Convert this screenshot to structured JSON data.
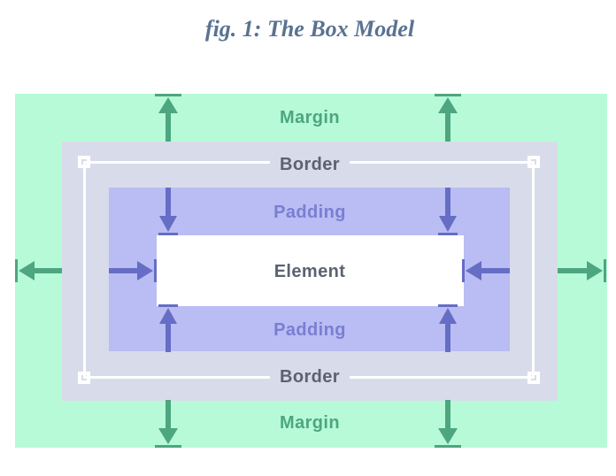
{
  "title": "fig. 1: The Box Model",
  "diagram": {
    "margin": {
      "label_top": "Margin",
      "label_bottom": "Margin"
    },
    "border": {
      "label_top": "Border",
      "label_bottom": "Border"
    },
    "padding": {
      "label_top": "Padding",
      "label_bottom": "Padding"
    },
    "element": {
      "label": "Element"
    }
  },
  "colors": {
    "title_text": "#5a7291",
    "margin_bg": "#b7fad8",
    "margin_accent": "#4da680",
    "border_bg": "#d8dcea",
    "border_text": "#5c6270",
    "padding_bg": "#b9bdf3",
    "padding_accent": "#666dc5",
    "padding_text": "#7a7ed2",
    "element_bg": "#ffffff",
    "element_text": "#5c6270",
    "selection_outline": "#ffffff"
  }
}
